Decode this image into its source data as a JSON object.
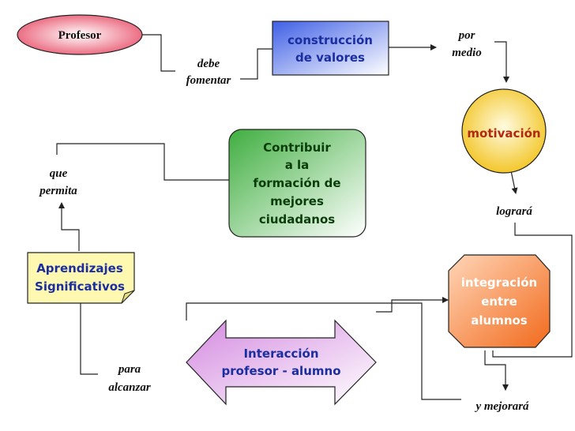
{
  "nodes": {
    "profesor": "Profesor",
    "construccion": [
      "construcción",
      "de valores"
    ],
    "motivacion": "motivación",
    "integracion": [
      "integración",
      "entre",
      "alumnos"
    ],
    "interaccion": [
      "Interacción",
      "profesor - alumno"
    ],
    "aprendizajes": [
      "Aprendizajes",
      "Significativos"
    ],
    "contribuir": [
      "Contribuir",
      "a la",
      "formación de",
      "mejores",
      "ciudadanos"
    ]
  },
  "connectors": {
    "debe_fomentar": [
      "debe",
      "fomentar"
    ],
    "por_medio": [
      "por",
      "medio"
    ],
    "lograra": "logrará",
    "y_mejorara": "y mejorará",
    "para_alcanzar": [
      "para",
      "alcanzar"
    ],
    "que_permita": [
      "que",
      "permita"
    ]
  },
  "colors": {
    "profesor": "#e8506a",
    "construccion": "#3f5fe6",
    "motivacion": "#f2c21b",
    "integracion": "#f26a1c",
    "interaccion": "#d48ae0",
    "aprendizajes": "#fff8b0",
    "contribuir": "#3fae3f",
    "text_blue": "#1a2ea0",
    "text_green": "#0b3d0b"
  }
}
